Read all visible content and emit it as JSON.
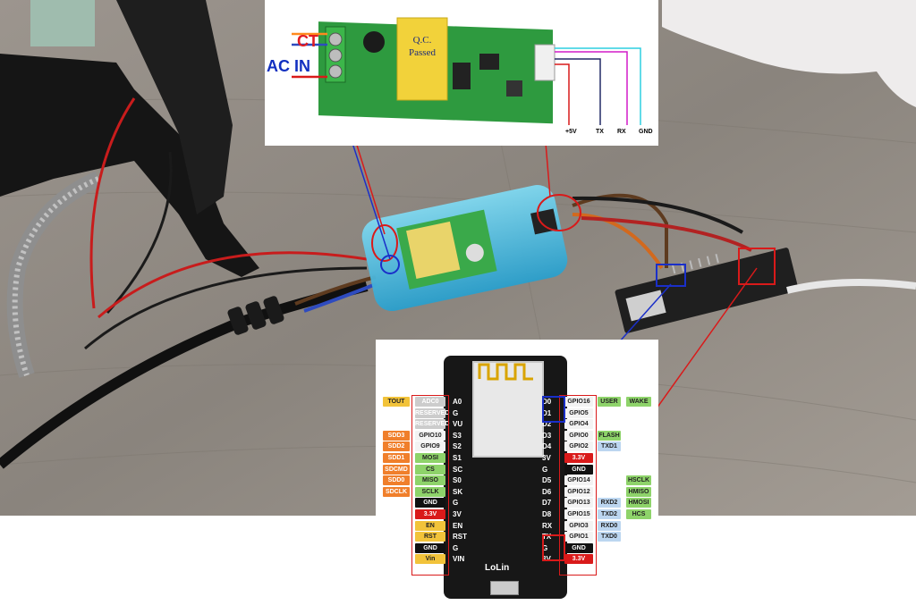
{
  "module": {
    "ct_label": "CT",
    "ac_label": "AC IN",
    "qc_label": "Q.C.\nPassed",
    "wires": [
      "+5V",
      "TX",
      "RX",
      "GND"
    ]
  },
  "board": {
    "name": "LoLin",
    "left_pins": [
      "A0",
      "G",
      "VU",
      "S3",
      "S2",
      "S1",
      "SC",
      "S0",
      "SK",
      "G",
      "3V",
      "EN",
      "RST",
      "G",
      "VIN"
    ],
    "right_pins": [
      "D0",
      "D1",
      "D2",
      "D3",
      "D4",
      "3V",
      "G",
      "D5",
      "D6",
      "D7",
      "D8",
      "RX",
      "TX",
      "G",
      "3V"
    ],
    "left_func1": [
      "ADC0",
      "RESERVED",
      "RESERVED",
      "GPIO10",
      "GPIO9",
      "MOSI",
      "CS",
      "MISO",
      "SCLK",
      "GND",
      "3.3V",
      "EN",
      "RST",
      "GND",
      "Vin"
    ],
    "left_func2": [
      "TOUT",
      "",
      "",
      "SDD3",
      "SDD2",
      "SDD1",
      "SDCMD",
      "SDD0",
      "SDCLK",
      "",
      "",
      "",
      "",
      "",
      ""
    ],
    "right_func1": [
      "GPIO16",
      "GPIO5",
      "GPIO4",
      "GPIO0",
      "GPIO2",
      "3.3V",
      "GND",
      "GPIO14",
      "GPIO12",
      "GPIO13",
      "GPIO15",
      "GPIO3",
      "GPIO1",
      "GND",
      "3.3V"
    ],
    "right_func2": [
      "USER",
      "",
      "",
      "FLASH",
      "TXD1",
      "",
      "",
      "",
      "",
      "RXD2",
      "TXD2",
      "RXD0",
      "TXD0",
      "",
      ""
    ],
    "right_func3": [
      "WAKE",
      "",
      "",
      "",
      "",
      "",
      "",
      "HSCLK",
      "HMISO",
      "HMOSI",
      "HCS",
      "",
      "",
      "",
      ""
    ]
  },
  "colors": {
    "ct_red": "#e11b22",
    "ac_blue": "#1230c0",
    "wire_red": "#d91a1a",
    "wire_blue": "#1a2fc9",
    "wire_magenta": "#d21cc8",
    "wire_cyan": "#2ecfe0",
    "wire_dark": "#222a66"
  }
}
